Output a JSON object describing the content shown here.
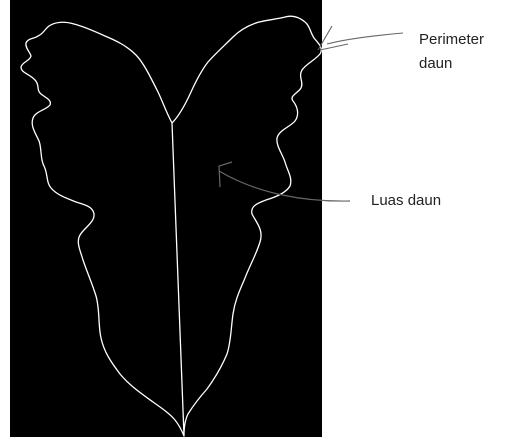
{
  "annotations": {
    "perimeter_line1": "Perimeter",
    "perimeter_line2": "daun",
    "area": "Luas daun"
  },
  "colors": {
    "background_panel": "#000000",
    "leaf_outline": "#ffffff",
    "leader_line": "#666666",
    "label_text": "#222222"
  }
}
